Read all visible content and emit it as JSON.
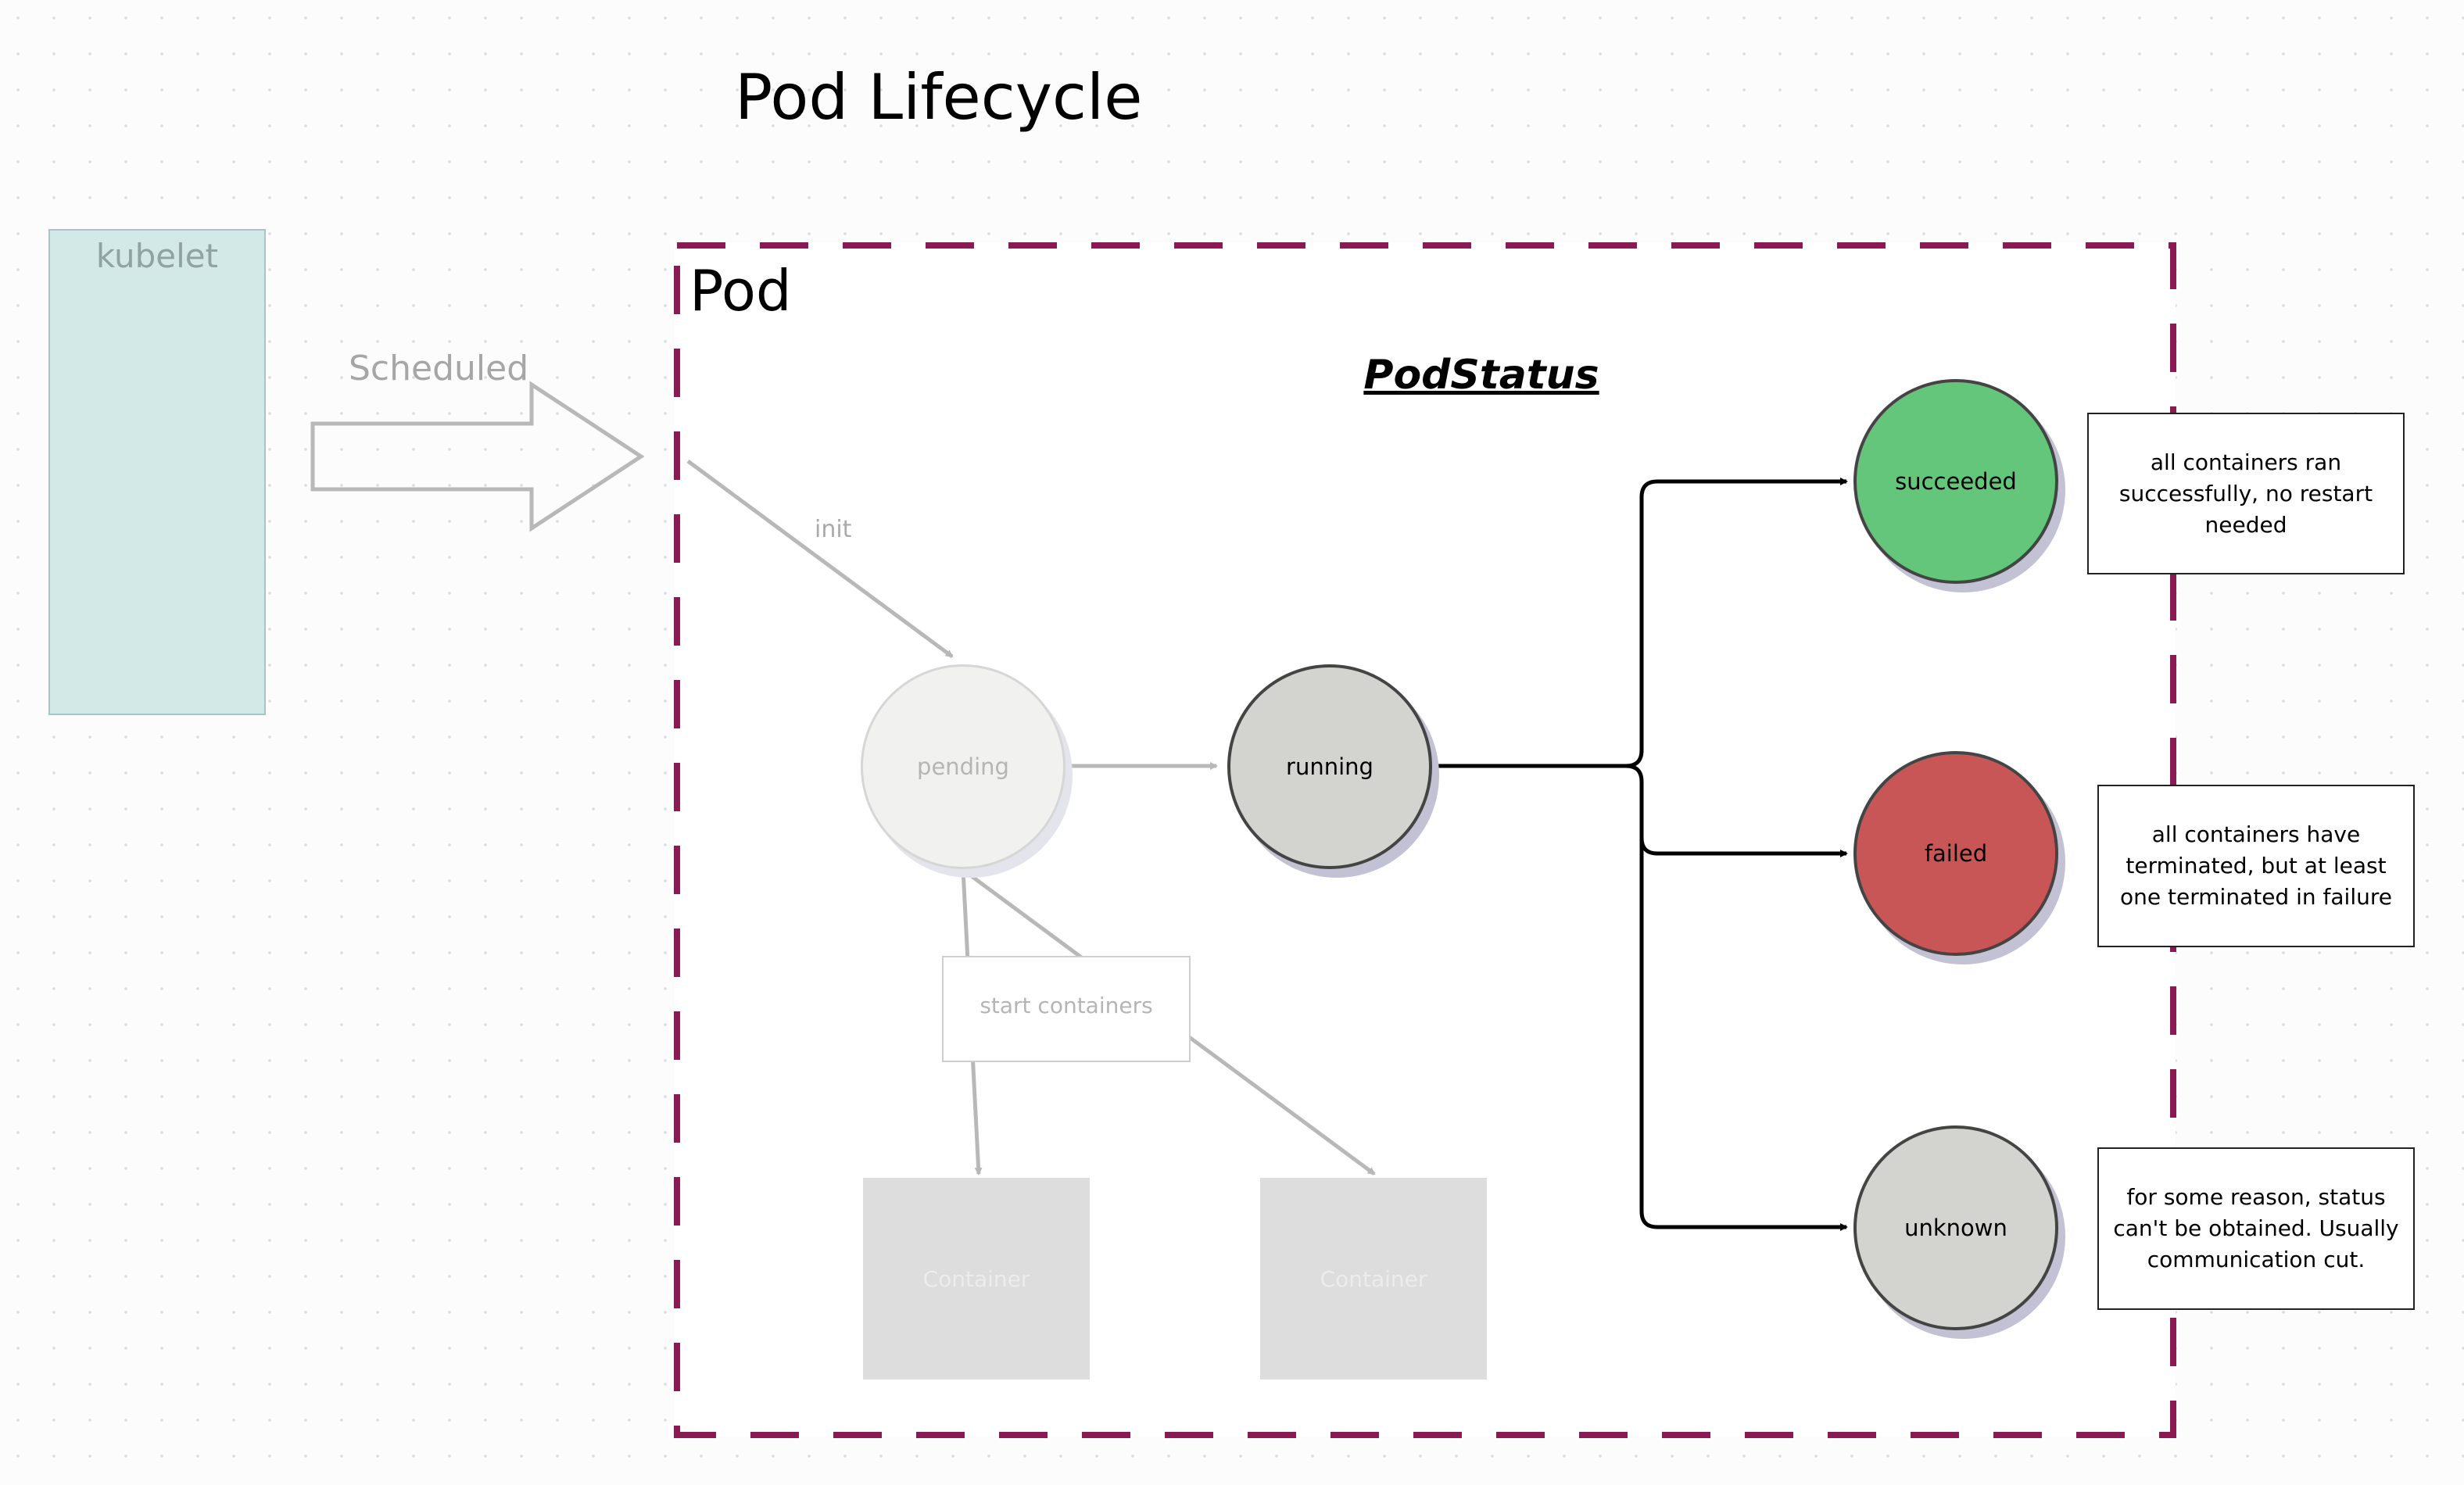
{
  "title": "Pod Lifecycle",
  "kubelet": {
    "label": "kubelet"
  },
  "scheduled_label": "Scheduled",
  "pod": {
    "label": "Pod",
    "status_heading": "PodStatus"
  },
  "transitions": {
    "init_label": "init",
    "start_containers_label": "start containers"
  },
  "states": {
    "pending": "pending",
    "running": "running",
    "succeeded": "succeeded",
    "failed": "failed",
    "unknown": "unknown"
  },
  "notes": {
    "succeeded": "all containers ran successfully, no restart needed",
    "failed": "all containers have terminated, but at least one terminated in failure",
    "unknown": "for some reason, status can't be obtained. Usually communication cut."
  },
  "containers": [
    "Container",
    "Container"
  ],
  "colors": {
    "pod_border": "#8a1a52",
    "kubelet_fill": "#d2e9e8",
    "succeeded_fill": "#64c67b",
    "failed_fill": "#c95657",
    "neutral_fill": "#d3d3cf",
    "pending_fill": "#f1f1f0",
    "faded_stroke": "#b8b8b8",
    "active_stroke": "#000000"
  }
}
